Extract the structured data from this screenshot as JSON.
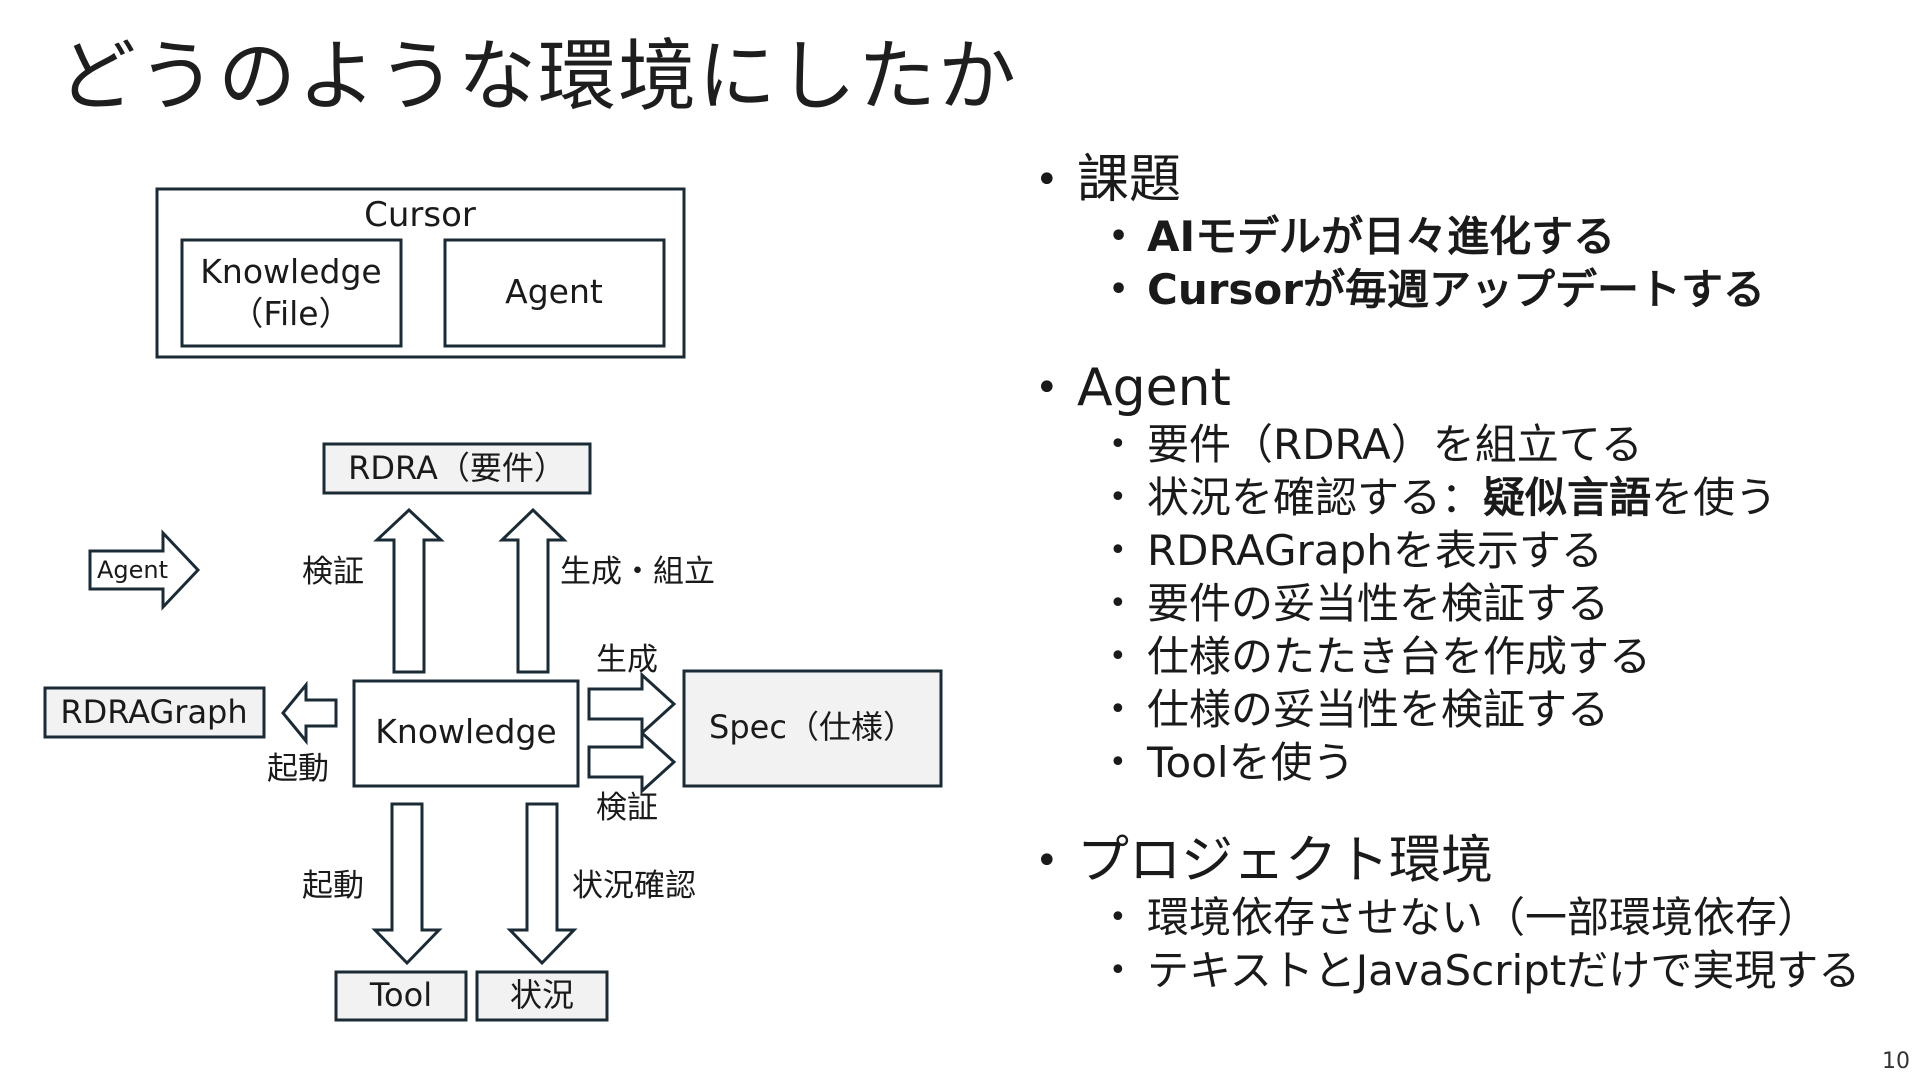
{
  "slide": {
    "title": "どうのような環境にしたか",
    "page_number": "10"
  },
  "diagram": {
    "cursor_box": {
      "title": "Cursor",
      "knowledge_line1": "Knowledge",
      "knowledge_line2": "（File）",
      "agent": "Agent"
    },
    "legend_agent": "Agent",
    "boxes": {
      "rdra": "RDRA（要件）",
      "rdragraph": "RDRAGraph",
      "knowledge": "Knowledge",
      "spec": "Spec（仕様）",
      "tool": "Tool",
      "status": "状況"
    },
    "arrow_labels": {
      "verify_up": "検証",
      "generate_assemble": "生成・組立",
      "generate": "生成",
      "launch_left": "起動",
      "verify_right": "検証",
      "launch_down": "起動",
      "status_check": "状況確認"
    }
  },
  "bullets": {
    "issues": {
      "heading": "課題",
      "items": [
        "AIモデルが日々進化する",
        "Cursorが毎週アップデートする"
      ]
    },
    "agent": {
      "heading": "Agent",
      "item1": "要件（RDRA）を組立てる",
      "item2_pre": "状況を確認する：",
      "item2_bold": "疑似言語",
      "item2_post": "を使う",
      "item3": "RDRAGraphを表示する",
      "item4": "要件の妥当性を検証する",
      "item5": "仕様のたたき台を作成する",
      "item6": "仕様の妥当性を検証する",
      "item7": "Toolを使う"
    },
    "project": {
      "heading": "プロジェクト環境",
      "items": [
        "環境依存させない（一部環境依存）",
        "テキストとJavaScriptだけで実現する"
      ]
    }
  },
  "colors": {
    "stroke": "#1b2b36",
    "box_fill": "#f2f2f2",
    "text": "#1a1a1a"
  }
}
